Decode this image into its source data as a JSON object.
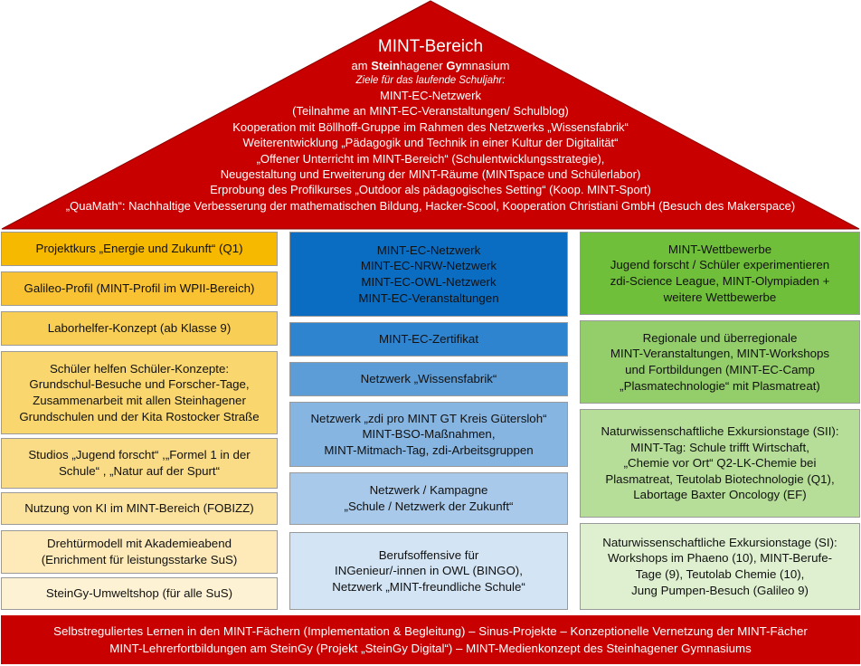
{
  "roof": {
    "title": "MINT-Bereich",
    "subtitle_prefix": "am ",
    "subtitle_bold1": "Stein",
    "subtitle_mid": "hagener ",
    "subtitle_bold2": "Gy",
    "subtitle_suffix": "mnasium",
    "goals_heading": "Ziele für das laufende Schuljahr:",
    "lines": [
      "MINT-EC-Netzwerk",
      "(Teilnahme an MINT-EC-Veranstaltungen/ Schulblog)",
      "Kooperation mit Böllhoff-Gruppe im Rahmen des Netzwerks „Wissensfabrik“",
      "Weiterentwicklung „Pädagogik und Technik in einer Kultur der Digitalität“",
      "„Offener Unterricht im MINT-Bereich“ (Schulentwicklungsstrategie),",
      "Neugestaltung und Erweiterung der MINT-Räume (MINTspace und Schülerlabor)",
      "Erprobung des Profilkurses „Outdoor als pädagogisches Setting“ (Koop. MINT-Sport)",
      "„QuaMath“: Nachhaltige Verbesserung der mathematischen Bildung, Hacker-Scool, Kooperation Christiani GmbH (Besuch des Makerspace)"
    ],
    "color": "#c90000"
  },
  "left_column": [
    "Projektkurs „Energie und Zukunft“ (Q1)",
    "Galileo-Profil (MINT-Profil im WPII-Bereich)",
    "Laborhelfer-Konzept (ab Klasse 9)",
    "Schüler helfen Schüler-Konzepte:\nGrundschul-Besuche und Forscher-Tage,\nZusammenarbeit mit allen Steinhagener\nGrundschulen und der Kita Rostocker Straße",
    "Studios „Jugend forscht“ ,„Formel 1 in der\nSchule“ , „Natur auf der Spurt“",
    "Nutzung von KI im MINT-Bereich (FOBIZZ)",
    "Drehtürmodell mit Akademieabend\n(Enrichment für leistungsstarke SuS)",
    "SteinGy-Umweltshop (für alle SuS)"
  ],
  "middle_column": [
    "MINT-EC-Netzwerk\nMINT-EC-NRW-Netzwerk\nMINT-EC-OWL-Netzwerk\nMINT-EC-Veranstaltungen",
    "MINT-EC-Zertifikat",
    "Netzwerk „Wissensfabrik“",
    "Netzwerk „zdi pro MINT GT Kreis Gütersloh“\nMINT-BSO-Maßnahmen,\nMINT-Mitmach-Tag, zdi-Arbeitsgruppen",
    "Netzwerk / Kampagne\n„Schule  / Netzwerk der Zukunft“",
    "Berufsoffensive für\nINGenieur/-innen in OWL (BINGO),\nNetzwerk „MINT-freundliche Schule“"
  ],
  "right_column": [
    "MINT-Wettbewerbe\nJugend forscht / Schüler experimentieren\nzdi-Science League, MINT-Olympiaden +\nweitere Wettbewerbe",
    "Regionale und überregionale\nMINT-Veranstaltungen, MINT-Workshops\nund Fortbildungen (MINT-EC-Camp\n„Plasmatechnologie“ mit Plasmatreat)",
    "Naturwissenschaftliche Exkursionstage (SII):\nMINT-Tag: Schule trifft Wirtschaft,\n„Chemie vor Ort“ Q2-LK-Chemie bei\nPlasmatreat,  Teutolab Biotechnologie (Q1),\nLabortage Baxter Oncology (EF)",
    "Naturwissenschaftliche Exkursionstage (SI):\nWorkshops im Phaeno (10), MINT-Berufe-\nTage (9), Teutolab Chemie (10),\nJung Pumpen-Besuch (Galileo 9)"
  ],
  "base": {
    "line1": "Selbstreguliertes Lernen in den MINT-Fächern (Implementation & Begleitung) – Sinus-Projekte – Konzeptionelle Vernetzung der MINT-Fächer",
    "line2": "MINT-Lehrerfortbildungen am SteinGy (Projekt „SteinGy Digital“) – MINT-Medienkonzept des Steinhagener Gymnasiums"
  }
}
